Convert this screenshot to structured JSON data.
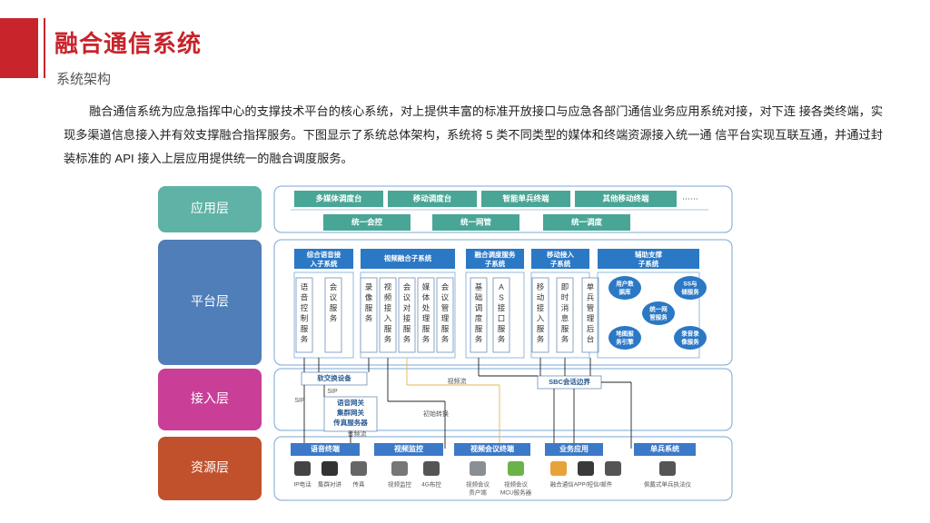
{
  "header": {
    "title": "融合通信系统",
    "subtitle": "系统架构"
  },
  "intro": "融合通信系统为应急指挥中心的支撑技术平台的核心系统，对上提供丰富的标准开放接口与应急各部门通信业务应用系统对接，对下连 接各类终端，实现多渠道信息接入并有效支撑融合指挥服务。下图显示了系统总体架构，系统将 5 类不同类型的媒体和终端资源接入统一通 信平台实现互联互通，并通过封装标准的 API 接入上层应用提供统一的融合调度服务。",
  "colors": {
    "app": "#5fb2a6",
    "platform": "#4f7eb9",
    "access": "#c93f97",
    "resource": "#c1512c",
    "box": "#49a595",
    "accent": "#c8242b"
  },
  "layers": {
    "app": {
      "label": "应用层",
      "row1": [
        "多媒体调度台",
        "移动调度台",
        "智能单兵终端",
        "其他移动终端"
      ],
      "row1_more": "……",
      "row2": [
        "统一会控",
        "统一网管",
        "统一调度"
      ]
    },
    "platform": {
      "label": "平台层",
      "groups": [
        {
          "title": "综合语音接入子系统",
          "cols": [
            "语音控制服务",
            "会议服务"
          ]
        },
        {
          "title": "视频融合子系统",
          "cols": [
            "录像服务",
            "视频接入服务",
            "会议对接服务",
            "媒体处理服务",
            "会议管理服务"
          ]
        },
        {
          "title": "融合调度服务子系统",
          "cols": [
            "基础调度服务",
            "AS接口服务"
          ]
        },
        {
          "title": "移动接入子系统",
          "cols": [
            "移动接入服务",
            "即时消息服务",
            "单兵管理后台"
          ]
        },
        {
          "title": "辅助支撑子系统",
          "circles": [
            "用户数据库",
            "SS与储服务",
            "统一网管服务",
            "地图服务引擎",
            "录音录像服务"
          ]
        }
      ]
    },
    "access": {
      "label": "接入层",
      "softswitch": "软交换设备",
      "gateways": [
        "语音网关",
        "集群网关",
        "传真服务器"
      ],
      "sbc": "SBC会话边界",
      "link_sip_left": "SIP",
      "link_sip_inner": "SIP",
      "link_video": "视频流",
      "link_signal": "初始转换",
      "link_voice": "音频流"
    },
    "resource": {
      "label": "资源层",
      "groups": [
        {
          "title": "语音终端",
          "items": [
            "IP电话",
            "集群对讲",
            "传真"
          ]
        },
        {
          "title": "视频监控",
          "items": [
            "视频监控",
            "4G布控"
          ]
        },
        {
          "title": "视频会议终端",
          "items": [
            "视频会议责户端",
            "视频会议MCU服务器"
          ]
        },
        {
          "title": "业务应用",
          "items": [
            "融合通信APP/短信/邮件"
          ]
        },
        {
          "title": "单兵系统",
          "items": [
            "佩戴式单兵执法仪"
          ]
        }
      ]
    }
  }
}
